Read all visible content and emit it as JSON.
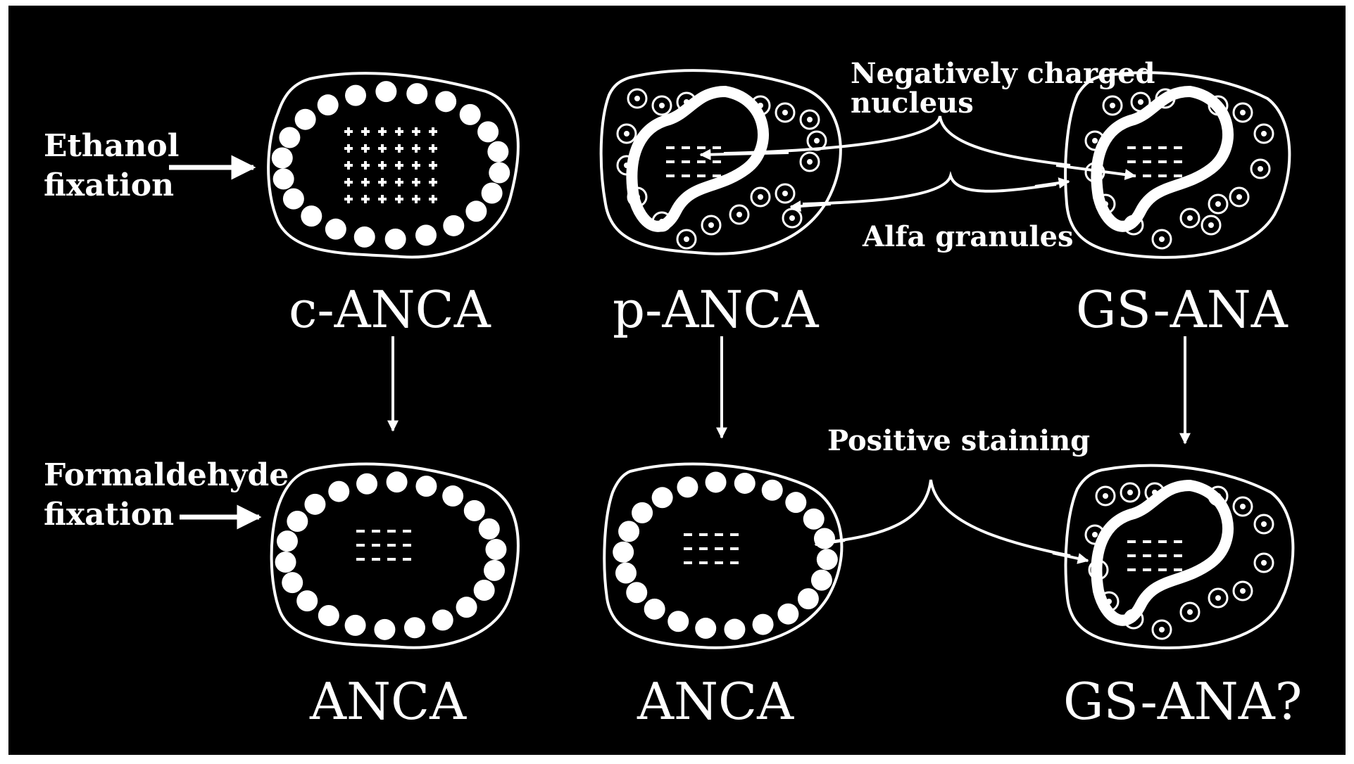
{
  "colors": {
    "background": "#000000",
    "foreground": "#ffffff",
    "frame": "#ffffff"
  },
  "labels": {
    "ethanol_fixation": [
      "Ethanol",
      "fixation"
    ],
    "formaldehyde_fixation": [
      "Formaldehyde",
      "fixation"
    ],
    "negatively_charged_nucleus": [
      "Negatively charged",
      "nucleus"
    ],
    "alfa_granules": "Alfa granules",
    "positive_staining": "Positive staining"
  },
  "cells": {
    "top": [
      "c-ANCA",
      "p-ANCA",
      "GS-ANA"
    ],
    "bottom": [
      "ANCA",
      "ANCA",
      "GS-ANA?"
    ]
  }
}
